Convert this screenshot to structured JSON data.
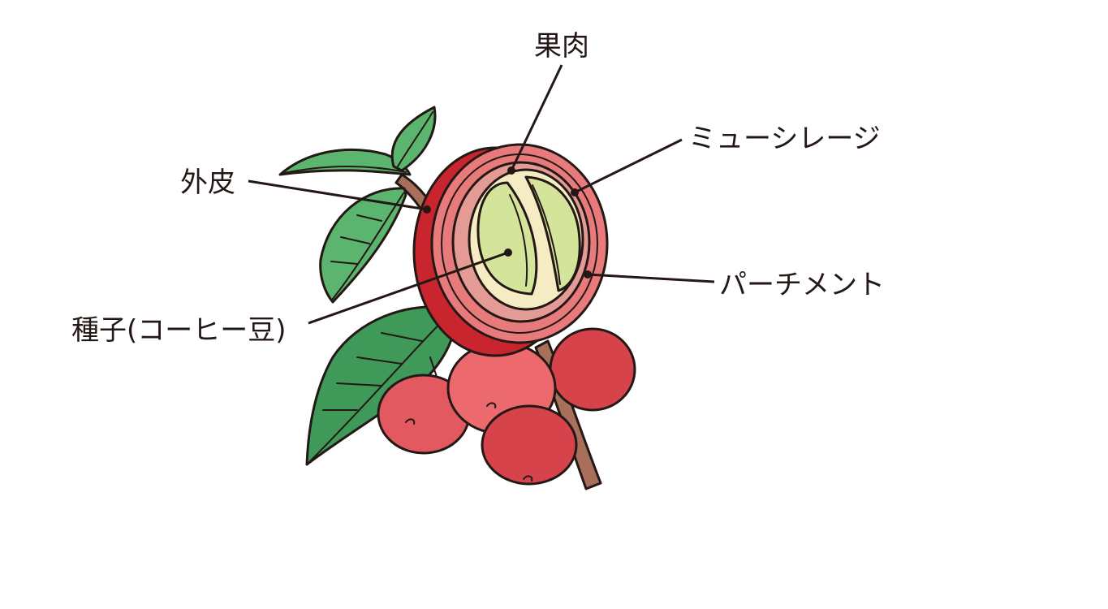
{
  "labels": {
    "flesh": "果肉",
    "mucilage": "ミューシレージ",
    "skin": "外皮",
    "parchment": "パーチメント",
    "seed": "種子(コーヒー豆)"
  },
  "colors": {
    "leaf": "#5bb56f",
    "leaf_dark": "#3f9a5a",
    "branch": "#a8705a",
    "skin": "#c8252e",
    "flesh": "#e87a7c",
    "mucilage": "#e49a95",
    "parchment": "#f5ecc3",
    "bean": "#d4e49a",
    "berry": "#e25a60",
    "ink": "#231815"
  }
}
